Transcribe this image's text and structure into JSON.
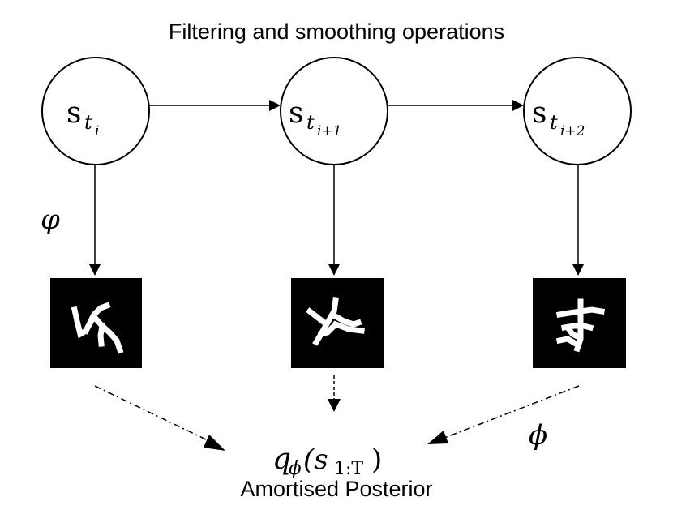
{
  "title": "Filtering and smoothing operations",
  "nodes": [
    {
      "base": "s",
      "sub": "t",
      "subsub": "i"
    },
    {
      "base": "s",
      "sub": "t",
      "subsub": "i+1"
    },
    {
      "base": "s",
      "sub": "t",
      "subsub": "i+2"
    }
  ],
  "labels": {
    "emission_param": "φ",
    "inference_param": "ϕ",
    "posterior_q": "q",
    "posterior_sub": "ϕ",
    "posterior_arg": "(s",
    "posterior_arg_sub": "1:T",
    "posterior_close": ")"
  },
  "caption": "Amortised Posterior",
  "colors": {
    "line": "#000000",
    "image_bg": "#000000",
    "glyph": "#ffffff"
  },
  "observations": [
    "handwritten-glyph-1",
    "handwritten-glyph-2",
    "handwritten-glyph-3"
  ]
}
